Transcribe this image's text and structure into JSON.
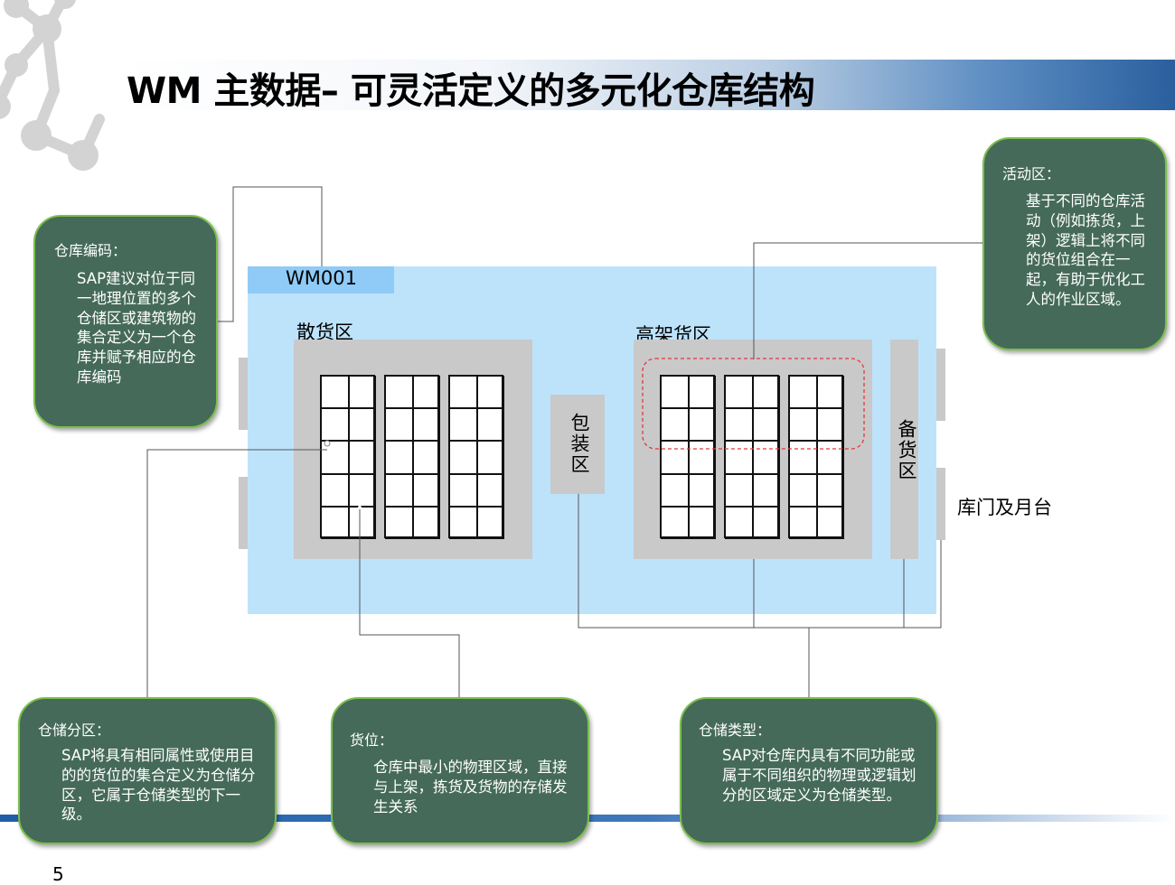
{
  "title": "WM 主数据– 可灵活定义的多元化仓库结构",
  "page_number": "5",
  "warehouse": {
    "code": "WM001"
  },
  "zones": {
    "bulk": "散货区",
    "packing": "包装区",
    "high_rack": "高架货区",
    "staging": "备货区",
    "doors": "库门及月台"
  },
  "callouts": {
    "warehouse_code": {
      "title": "仓库编码：",
      "body": "SAP建议对位于同一地理位置的多个仓储区或建筑物的集合定义为一个仓库并赋予相应的仓库编码"
    },
    "activity_area": {
      "title": "活动区：",
      "body": "基于不同的仓库活动（例如拣货，上架）逻辑上将不同的货位组合在一起，有助于优化工人的作业区域。"
    },
    "storage_section": {
      "title": "仓储分区：",
      "body": "SAP将具有相同属性或使用目的的货位的集合定义为仓储分区，它属于仓储类型的下一级。"
    },
    "storage_bin": {
      "title": "货位：",
      "body": "仓库中最小的物理区域，直接与上架，拣货及货物的存储发生关系"
    },
    "storage_type": {
      "title": "仓储类型：",
      "body": "SAP对仓库内具有不同功能或属于不同组织的物理或逻辑划分的区域定义为仓储类型。"
    }
  },
  "colors": {
    "callout_fill": "#456a5a",
    "callout_border": "#7bbf4c",
    "warehouse_fill": "#bde3fb",
    "warehouse_label_fill": "#8fcbf6",
    "zone_fill": "#c9c9c9",
    "activity_outline": "#e0393e"
  }
}
